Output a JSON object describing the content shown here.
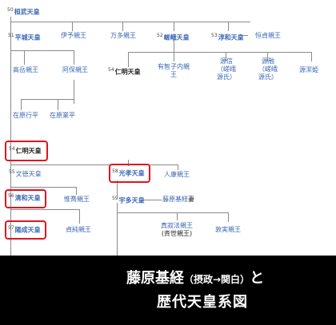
{
  "tree": {
    "n50": {
      "num": "50",
      "name": "桓武天皇"
    },
    "n51": {
      "num": "51",
      "name": "平城天皇"
    },
    "iyo": {
      "name": "伊予親王"
    },
    "mansa": {
      "name": "万多親王"
    },
    "n52": {
      "num": "52",
      "name": "嵯峨天皇"
    },
    "n53": {
      "num": "53",
      "name": "淳和天皇"
    },
    "tsunesada": {
      "name": "恒貞親王"
    },
    "takaoka": {
      "name": "高岳親王"
    },
    "abo": {
      "name": "阿保親王"
    },
    "n54a": {
      "num": "54",
      "name": "仁明天皇"
    },
    "uchi": {
      "name": "有智子内親王"
    },
    "minamoto_makoto": {
      "name": "源信（嵯峨源氏）"
    },
    "minamoto_toru": {
      "name": "源融（嵯峨源氏）"
    },
    "minamoto_kiyohime": {
      "name": "源潔姫"
    },
    "yukihira": {
      "name": "在原行平"
    },
    "narihira": {
      "name": "在原業平"
    },
    "n54b": {
      "num": "54",
      "name": "仁明天皇"
    },
    "n55": {
      "num": "55",
      "name": "文徳天皇"
    },
    "n58": {
      "num": "58",
      "name": "光孝天皇"
    },
    "hitoyasu": {
      "name": "人康親王"
    },
    "n56": {
      "num": "56",
      "name": "清和天皇"
    },
    "koretaka": {
      "name": "惟喬親王"
    },
    "n59": {
      "num": "59",
      "name": "宇多天皇"
    },
    "mototsune": {
      "name": "藤原基経",
      "suffix": "妻"
    },
    "n57": {
      "num": "57",
      "name": "陽成天皇"
    },
    "sadazumi": {
      "name": "貞純親王"
    },
    "shinjaku": {
      "name": "真寂法親王",
      "sub": "(斉世親王)"
    },
    "atsumi": {
      "name": "敦実親王"
    }
  },
  "caption": {
    "line1_main": "藤原基経",
    "line1_paren": "（摂政→関白）",
    "line1_end": "と",
    "line2": "歴代天皇系図"
  },
  "colors": {
    "link": "#3b68b5",
    "highlight": "#e0141e",
    "line": "#8a8a8a",
    "caption_bg": "#000000"
  }
}
